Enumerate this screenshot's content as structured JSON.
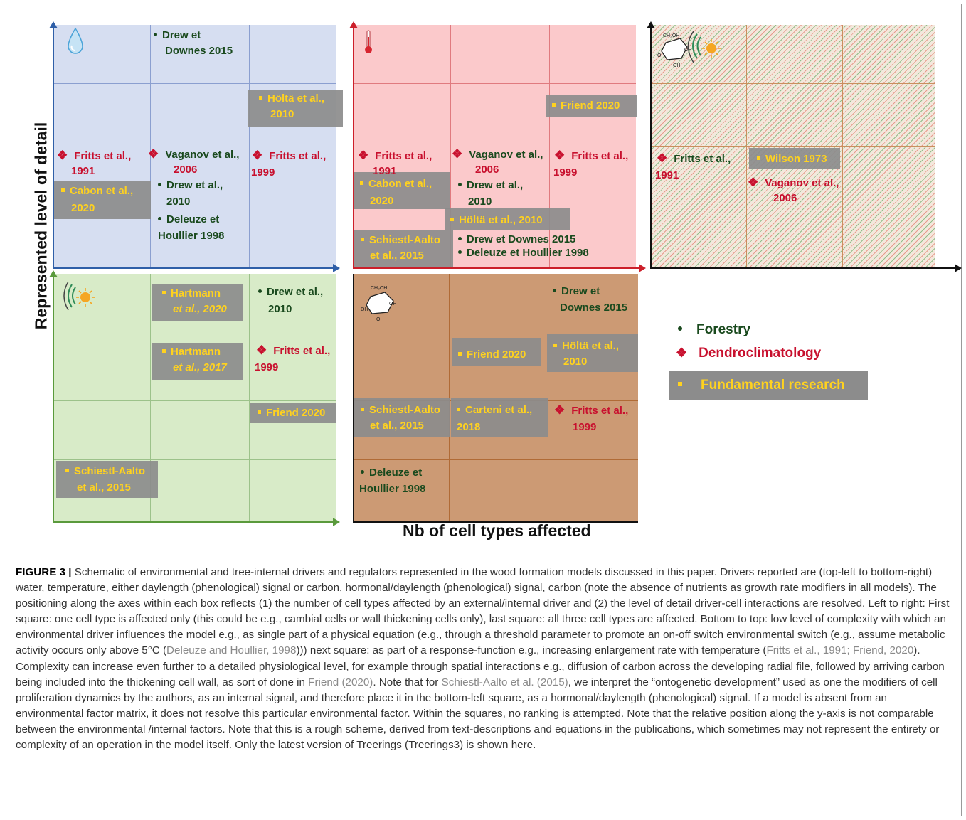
{
  "figure": {
    "y_axis_label": "Represented level of detail",
    "x_axis_label": "Nb of cell types affected",
    "legend": {
      "forestry": "Forestry",
      "dendro": "Dendroclimatology",
      "fundamental": "Fundamental research"
    },
    "panels": {
      "water": {
        "icon": "water-drop-icon",
        "labels": {
          "drew_downes_a": "Drew et",
          "drew_downes_b": "Downes 2015",
          "holtta_a": "Höltä et al.,",
          "holtta_b": "2010",
          "fritts91_a": "Fritts et al.,",
          "fritts91_b": "1991",
          "vaganov_a": "Vaganov et al.,",
          "vaganov_b": "2006",
          "fritts99_a": "Fritts et al.,",
          "fritts99_b": "1999",
          "cabon_a": "Cabon et al.,",
          "cabon_b": "2020",
          "drew2010_a": "Drew et al.,",
          "drew2010_b": "2010",
          "deleuze_a": "Deleuze et",
          "deleuze_b": "Houllier 1998"
        }
      },
      "temperature": {
        "icon": "thermometer-icon",
        "labels": {
          "friend": "Friend 2020",
          "fritts91_a": "Fritts et al.,",
          "fritts91_b": "1991",
          "vaganov_a": "Vaganov et al.,",
          "vaganov_b": "2006",
          "fritts99_a": "Fritts et al.,",
          "fritts99_b": "1999",
          "cabon_a": "Cabon et al.,",
          "cabon_b": "2020",
          "drew2010_a": "Drew et al.,",
          "drew2010_b": "2010",
          "holtta": "Höltä et al., 2010",
          "schiestl_a": "Schiestl-Aalto",
          "schiestl_b": "et al., 2015",
          "drew_downes": "Drew et Downes 2015",
          "deleuze": "Deleuze et Houllier 1998"
        }
      },
      "daylength_or_carbon": {
        "icon": "carbon-sun-icon",
        "labels": {
          "fritts91_a": "Fritts et al.,",
          "fritts91_b": "1991",
          "wilson": "Wilson 1973",
          "vaganov_a": "Vaganov et al.,",
          "vaganov_b": "2006"
        }
      },
      "hormonal": {
        "icon": "sun-signal-icon",
        "labels": {
          "hartmann20_a": "Hartmann",
          "hartmann20_b": "et al., 2020",
          "drew2010_a": "Drew et al.,",
          "drew2010_b": "2010",
          "hartmann17_a": "Hartmann",
          "hartmann17_b": "et al., 2017",
          "fritts99_a": "Fritts et al.,",
          "fritts99_b": "1999",
          "friend": "Friend 2020",
          "schiestl_a": "Schiestl-Aalto",
          "schiestl_b": "et al., 2015"
        }
      },
      "carbon": {
        "icon": "glucose-icon",
        "labels": {
          "drew_downes_a": "Drew et",
          "drew_downes_b": "Downes 2015",
          "friend": "Friend 2020",
          "holtta_a": "Höltä et al.,",
          "holtta_b": "2010",
          "schiestl_a": "Schiestl-Aalto",
          "schiestl_b": "et al., 2015",
          "carteni_a": "Carteni et al.,",
          "carteni_b": "2018",
          "fritts99_a": "Fritts et al.,",
          "fritts99_b": "1999",
          "deleuze_a": "Deleuze et",
          "deleuze_b": "Houllier 1998"
        }
      }
    }
  },
  "caption": {
    "figure_label": "FIGURE 3 |",
    "part1": " Schematic of environmental and tree-internal drivers and regulators represented in the wood formation models discussed in this paper. Drivers reported are (top-left to bottom-right) water, temperature, either daylength (phenological) signal or carbon, hormonal/daylength (phenological) signal, carbon (note the absence of nutrients as growth rate modifiers in all models). The positioning along the axes within each box reflects (1) the number of cell types affected by an external/internal driver and (2) the level of detail driver-cell interactions are resolved. Left to right: First square: one cell type is affected only (this could be e.g., cambial cells or wall thickening cells only), last square: all three cell types are affected. Bottom to top: low level of complexity with which an environmental driver influences the model e.g., as single part of a physical equation (e.g., through a threshold parameter to promote an on-off switch environmental switch (e.g., assume metabolic activity occurs only above 5°C (",
    "ref1": "Deleuze and Houllier, 1998",
    "part2": "))) next square: as part of a response-function e.g., increasing enlargement rate with temperature (",
    "ref2": "Fritts et al., 1991; Friend, 2020",
    "part3": "). Complexity can increase even further to a detailed physiological level, for example through spatial interactions e.g., diffusion of carbon across the developing radial file, followed by arriving carbon being included into the thickening cell wall, as sort of done in ",
    "ref3": "Friend (2020)",
    "part4": ". Note that for ",
    "ref4": "Schiestl-Aalto et al. (2015)",
    "part5": ", we interpret the “ontogenetic development” used as one the modifiers of cell proliferation dynamics by the authors, as an internal signal, and therefore place it in the bottom-left square, as a hormonal/daylength (phenological) signal. If a model is absent from an environmental factor matrix, it does not resolve this particular environmental factor. Within the squares, no ranking is attempted. Note that the relative position along the y-axis is not comparable between the environmental /internal factors. Note that this is a rough scheme, derived from text-descriptions and equations in the publications, which sometimes may not represent the entirety or complexity of an operation in the model itself. Only the latest version of Treerings (Treerings3) is shown here."
  }
}
